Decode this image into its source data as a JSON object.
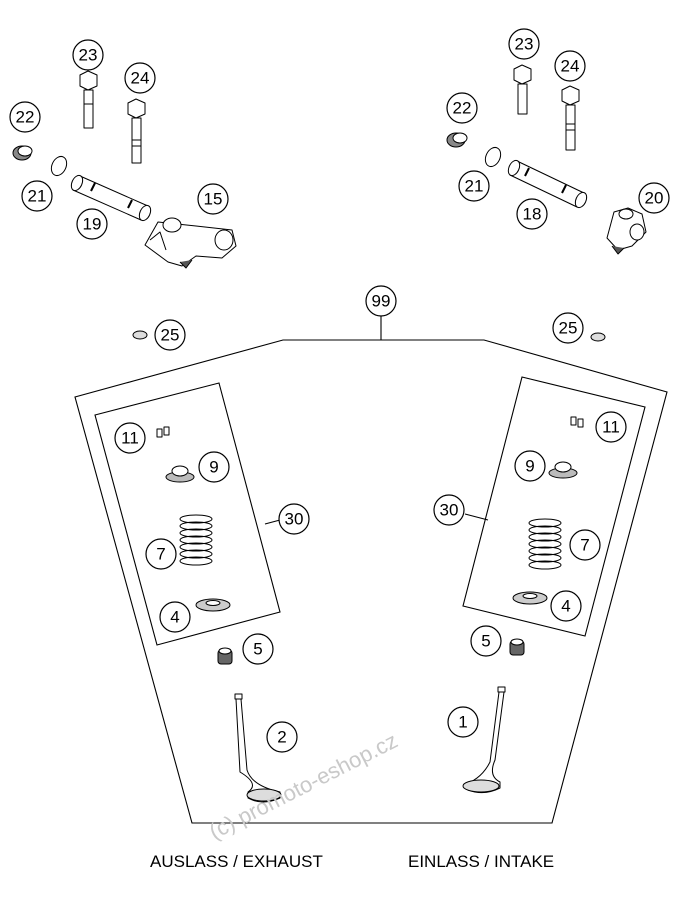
{
  "callouts": {
    "c23l": "23",
    "c24l": "24",
    "c22l": "22",
    "c21l": "21",
    "c19": "19",
    "c15": "15",
    "c23r": "23",
    "c24r": "24",
    "c22r": "22",
    "c21r": "21",
    "c18": "18",
    "c20": "20",
    "c99": "99",
    "c25l": "25",
    "c25r": "25",
    "c11l": "11",
    "c9l": "9",
    "c30l": "30",
    "c7l": "7",
    "c4l": "4",
    "c5l": "5",
    "c2": "2",
    "c11r": "11",
    "c9r": "9",
    "c30r": "30",
    "c7r": "7",
    "c4r": "4",
    "c5r": "5",
    "c1": "1"
  },
  "captions": {
    "exhaust": "AUSLASS / EXHAUST",
    "intake": "EINLASS / INTAKE"
  },
  "watermark": "(c) promoto-eshop.cz",
  "colors": {
    "line": "#000000",
    "part_fill": "#ffffff",
    "part_shade": "#bdbdbd",
    "watermark": "#c9c9c9"
  }
}
